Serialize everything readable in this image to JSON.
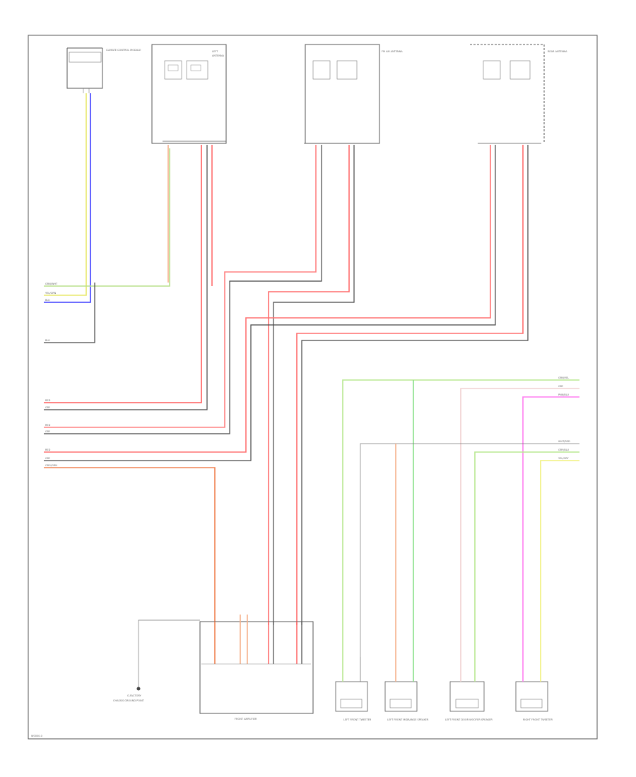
{
  "diagram": {
    "page_code": "W0000-0",
    "modules": {
      "amp_module": "CLIMATE CONTROL MODULE",
      "left_antenna": "FM AM ANTENNA",
      "rear_antenna": "REAR ANTENNA",
      "front_amp": "FRONT AMPLIFIER"
    },
    "speakers": [
      {
        "label": "LEFT FRONT TWEETER"
      },
      {
        "label": "LEFT FRONT MIDRANGE SPEAKER"
      },
      {
        "label": "LEFT FRONT DOOR WOOFER SPEAKER"
      },
      {
        "label": "RIGHT FRONT TWEETER"
      }
    ],
    "ground_label": "G-FACTORY",
    "ground_sub": "CHASSIS GROUND POINT",
    "wire_tags_left": [
      "GRN/WHT",
      "YEL/GRN",
      "BLU",
      "BLK",
      "RED",
      "GRY",
      "RED",
      "GRY",
      "RED",
      "GRY",
      "ORG/GRN"
    ],
    "wire_tags_right": [
      "GRN/YEL",
      "GRY",
      "PNK/BLU",
      "WHT/RED",
      "GRY/BLU",
      "YEL/GRY"
    ]
  }
}
